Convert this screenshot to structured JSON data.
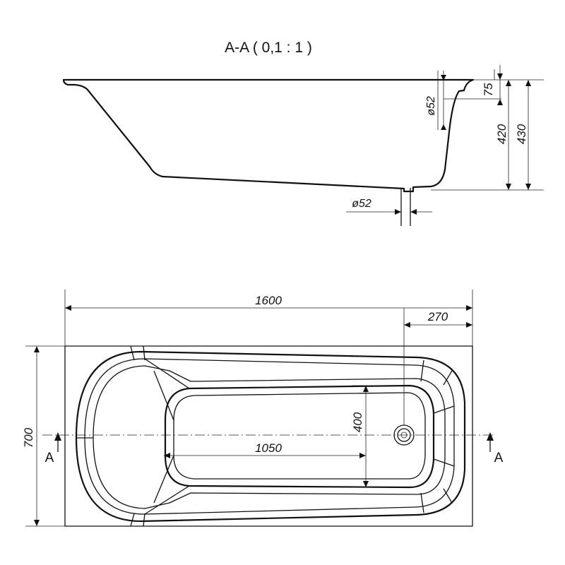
{
  "section_view": {
    "title": "A-A ( 0,1 : 1 )",
    "dim_overflow_diameter": "ø52",
    "dim_top_offset": "75",
    "dim_inner_depth": "420",
    "dim_total_height": "430",
    "dim_drain_diameter": "ø52"
  },
  "plan_view": {
    "dim_length": "1600",
    "dim_drain_offset": "270",
    "dim_width": "700",
    "dim_inner_width": "400",
    "dim_inner_length": "1050",
    "section_mark_left": "A",
    "section_mark_right": "A"
  }
}
